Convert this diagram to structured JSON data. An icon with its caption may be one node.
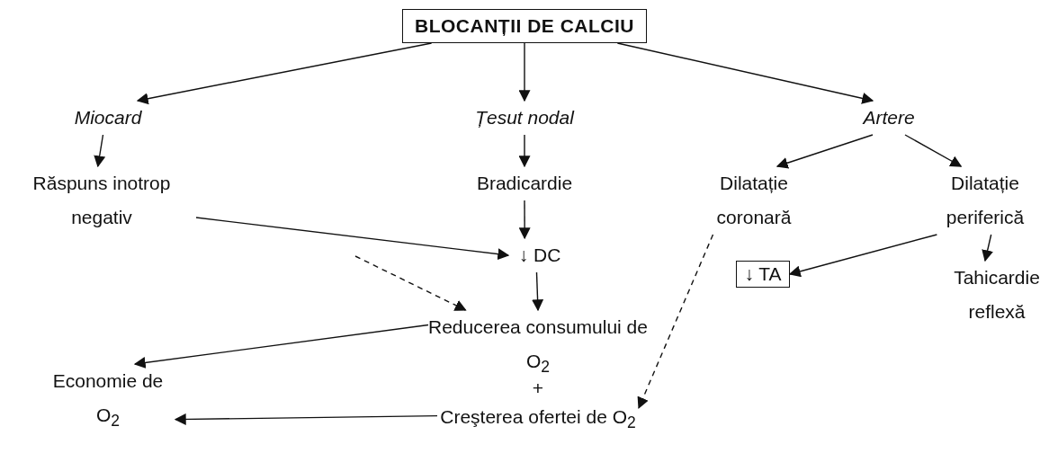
{
  "diagram": {
    "nodes": [
      {
        "text": [
          "BLOCANȚII DE CALCIU"
        ]
      },
      {
        "text": [
          "Miocard"
        ]
      },
      {
        "text": [
          "Țesut nodal"
        ]
      },
      {
        "text": [
          "Artere"
        ]
      },
      {
        "text": [
          "Răspuns inotrop negativ"
        ]
      },
      {
        "text": [
          "Bradicardie"
        ]
      },
      {
        "text": [
          "Dilatație coronară"
        ]
      },
      {
        "text": [
          "Dilatație periferică"
        ]
      },
      {
        "text": [
          "↓ DC"
        ]
      },
      {
        "text": [
          "↓ TA"
        ]
      },
      {
        "text": [
          "Tahicardie reflexă"
        ]
      },
      {
        "text": [
          "Reducerea consumului de O$_{2}$"
        ]
      },
      {
        "text": [
          "Creşterea ofertei de O$_{2}$"
        ]
      },
      {
        "text": [
          "Economie de O$_{2}$"
        ]
      }
    ],
    "edges": [
      {
        "from": 0,
        "to": 1,
        "arrow": "to"
      },
      {
        "from": 0,
        "to": 2,
        "arrow": "to"
      },
      {
        "from": 0,
        "to": 3,
        "arrow": "to"
      },
      {
        "from": 1,
        "to": 4,
        "arrow": "to"
      },
      {
        "from": 2,
        "to": 5,
        "arrow": "to"
      },
      {
        "from": 3,
        "to": 6,
        "arrow": "to"
      },
      {
        "from": 3,
        "to": 7,
        "arrow": "to"
      },
      {
        "from": 4,
        "to": 8,
        "arrow": "to"
      },
      {
        "from": 5,
        "to": 8,
        "arrow": "to"
      },
      {
        "from": 8,
        "to": 11,
        "arrow": "to"
      },
      {
        "from": 7,
        "to": 9,
        "arrow": "to"
      },
      {
        "from": 7,
        "to": 10,
        "arrow": "to"
      },
      {
        "from": 11,
        "to": 13,
        "arrow": "to"
      },
      {
        "from": 12,
        "to": 13,
        "arrow": "to"
      },
      {
        "from": null,
        "to": 11,
        "arrow": "to",
        "style": "dashed"
      },
      {
        "from": 6,
        "to": 12,
        "arrow": "to",
        "style": "dashed"
      }
    ],
    "labels": [
      "+"
    ]
  }
}
